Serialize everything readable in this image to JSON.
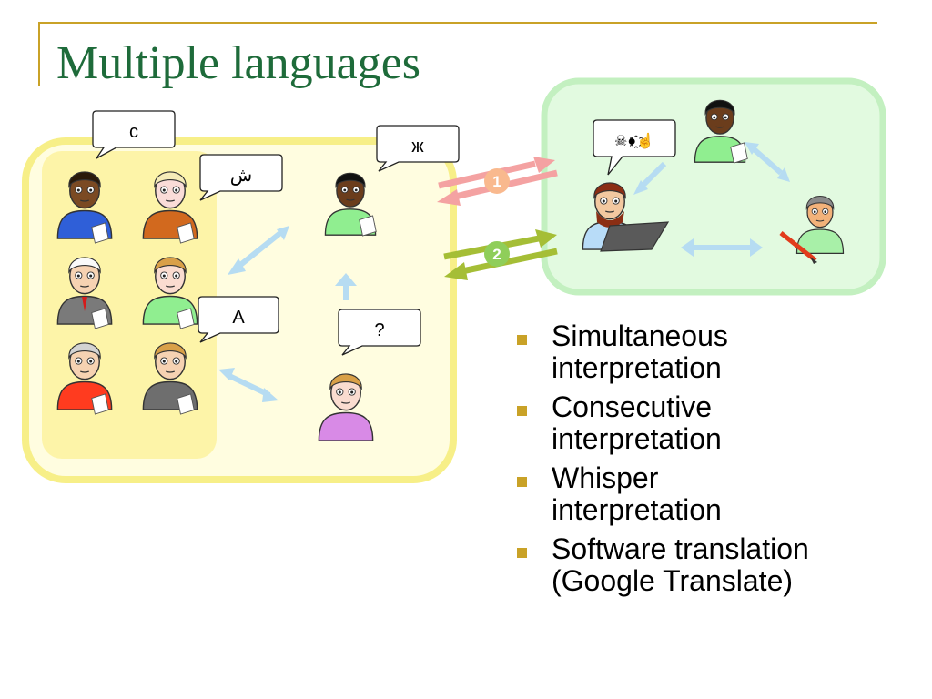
{
  "slide": {
    "title": "Multiple languages"
  },
  "bubbles": {
    "top_left": "c",
    "arabic": "ش",
    "cyrillic": "ж",
    "latin": "A",
    "question": "?",
    "symbols": "☠●҈☝"
  },
  "badges": {
    "first": "1",
    "second": "2"
  },
  "bullets": [
    "Simultaneous\ninterpretation",
    "Consecutive\ninterpretation",
    "Whisper\ninterpretation",
    "Software translation\n(Google Translate)"
  ],
  "colors": {
    "title": "#1e6b3a",
    "accent_rule": "#c9a227",
    "yellow_group": "#fdf4a8",
    "yellow_outer": "#fffde0",
    "yellow_border": "#f7ef88",
    "green_group": "#e2fae0",
    "green_border": "#c3f0c0",
    "arrow_pink": "#f4a2a2",
    "arrow_olive": "#a5be36",
    "arrow_blue": "#b6dcf2"
  }
}
